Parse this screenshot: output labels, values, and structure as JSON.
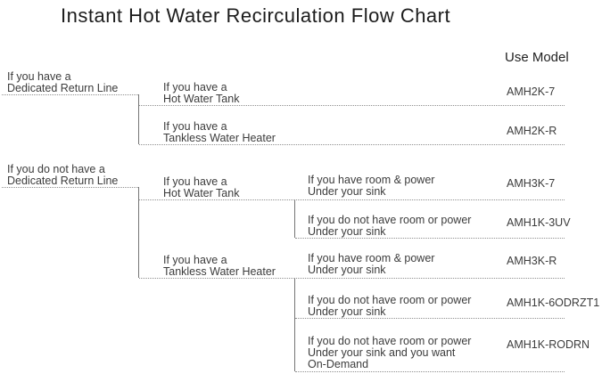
{
  "title": "Instant Hot Water Recirculation Flow Chart",
  "header": {
    "use_model": "Use Model"
  },
  "colors": {
    "text": "#3c3c3c",
    "title_text": "#1c1c1c",
    "line": "#8f8f8f"
  },
  "nodes": {
    "have_drl": {
      "text": "If you have a\nDedicated Return Line"
    },
    "have_drl_tank": {
      "text": "If you have a\nHot Water Tank",
      "model": "AMH2K-7"
    },
    "have_drl_tankless": {
      "text": "If you have a\nTankless Water Heater",
      "model": "AMH2K-R"
    },
    "no_drl": {
      "text": "If you do not have a\nDedicated Return Line"
    },
    "no_drl_tank": {
      "text": "If you have a\nHot Water Tank"
    },
    "no_drl_tank_room": {
      "text": "If you have room & power\nUnder your sink",
      "model": "AMH3K-7"
    },
    "no_drl_tank_noroom": {
      "text": "If you do not have room or power\nUnder your sink",
      "model": "AMH1K-3UV"
    },
    "no_drl_tankless": {
      "text": "If you have a\nTankless Water Heater"
    },
    "no_drl_tankless_room": {
      "text": "If you have room & power\nUnder your sink",
      "model": "AMH3K-R"
    },
    "no_drl_tankless_noroom": {
      "text": "If you do not have room or power\nUnder your sink",
      "model": "AMH1K-6ODRZT1"
    },
    "no_drl_tankless_ondemand": {
      "text": "If you do not have room or power\nUnder your sink and you want\nOn-Demand",
      "model": "AMH1K-RODRN"
    }
  }
}
